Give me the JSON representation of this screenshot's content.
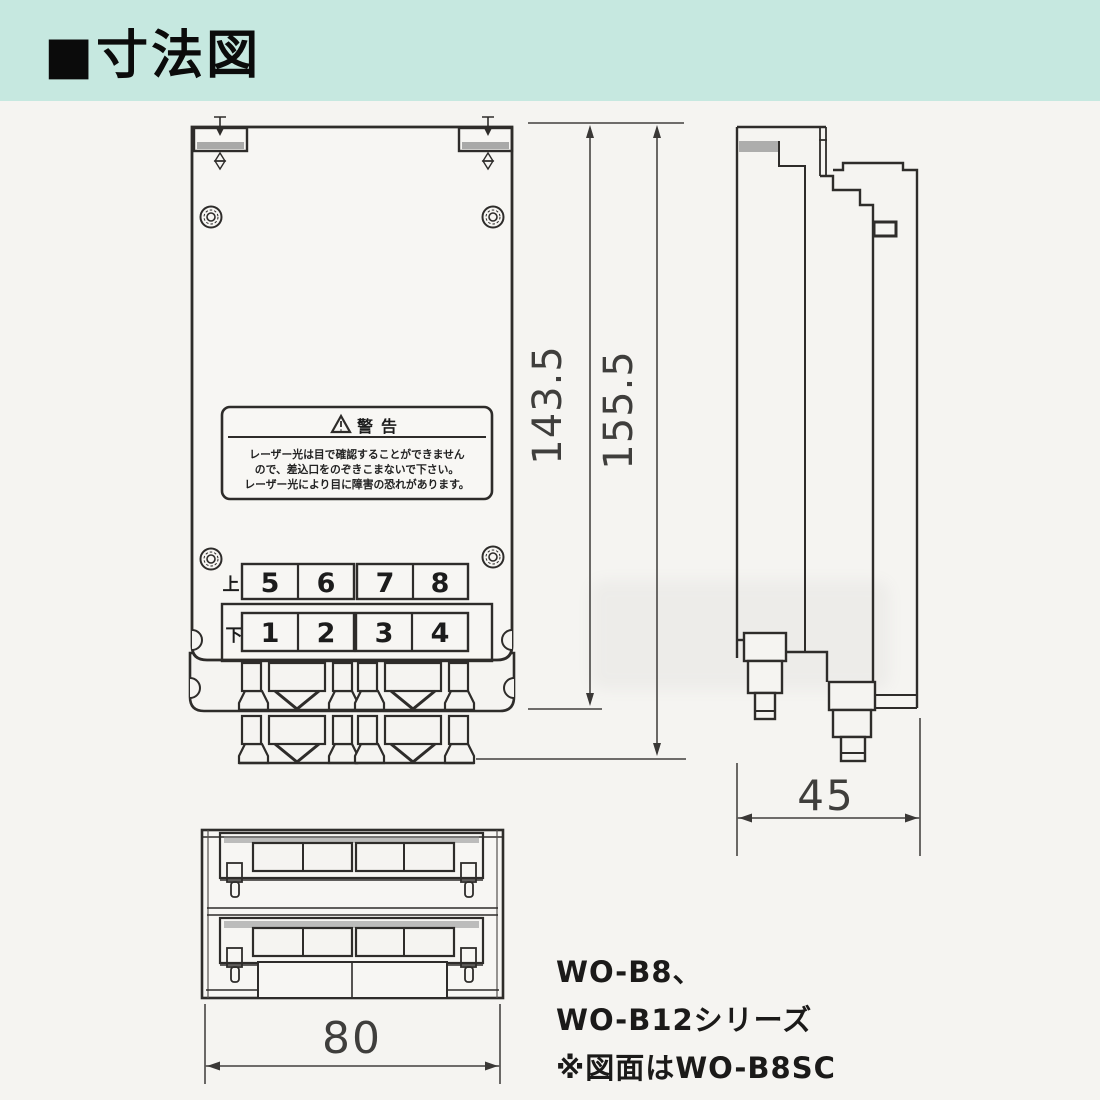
{
  "header": {
    "title": "■寸法図"
  },
  "front_view": {
    "warning_label": {
      "title": "警告",
      "line1": "レーザー光は目で確認することができません",
      "line2": "ので、差込口をのぞきこまないで下さい。",
      "line3": "レーザー光により目に障害の恐れがあります。"
    },
    "row_label_top": "上",
    "row_label_bottom": "下",
    "buttons_top": [
      "5",
      "6",
      "7",
      "8"
    ],
    "buttons_bottom": [
      "1",
      "2",
      "3",
      "4"
    ]
  },
  "dimensions": {
    "body_height": "143.5",
    "total_height": "155.5",
    "depth": "45",
    "width": "80"
  },
  "caption": {
    "line1": "WO-B8、",
    "line2": "WO-B12シリーズ",
    "line3": "※図面はWO-B8SC"
  },
  "colors": {
    "header_bg": "#c6e8e0",
    "page_bg": "#f5f4f1",
    "line": "#2e2c2a",
    "dim_text": "#3f3e3c"
  }
}
